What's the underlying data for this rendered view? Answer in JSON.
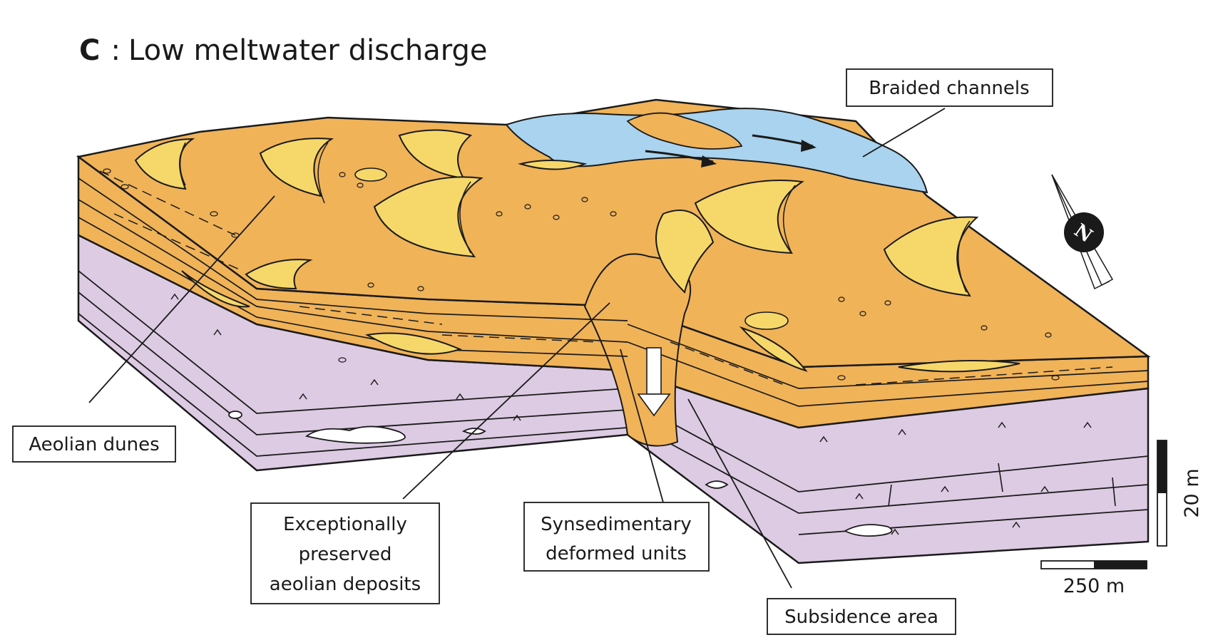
{
  "title": {
    "letter": "C",
    "separator": ":",
    "text": "Low meltwater discharge"
  },
  "labels": {
    "braided_channels": "Braided channels",
    "aeolian_dunes": "Aeolian dunes",
    "exceptionally_preserved": [
      "Exceptionally",
      "preserved",
      "aeolian deposits"
    ],
    "synsedimentary": [
      "Synsedimentary",
      "deformed units"
    ],
    "subsidence_area": "Subsidence area"
  },
  "scale": {
    "vertical": "20 m",
    "horizontal": "250 m"
  },
  "north": {
    "letter": "N"
  },
  "colors": {
    "sand_orange": "#f0b358",
    "dune_yellow": "#f6d86a",
    "water_blue": "#a9d3ee",
    "bedrock_lilac": "#dccbe3",
    "outline": "#1a1a1a"
  }
}
